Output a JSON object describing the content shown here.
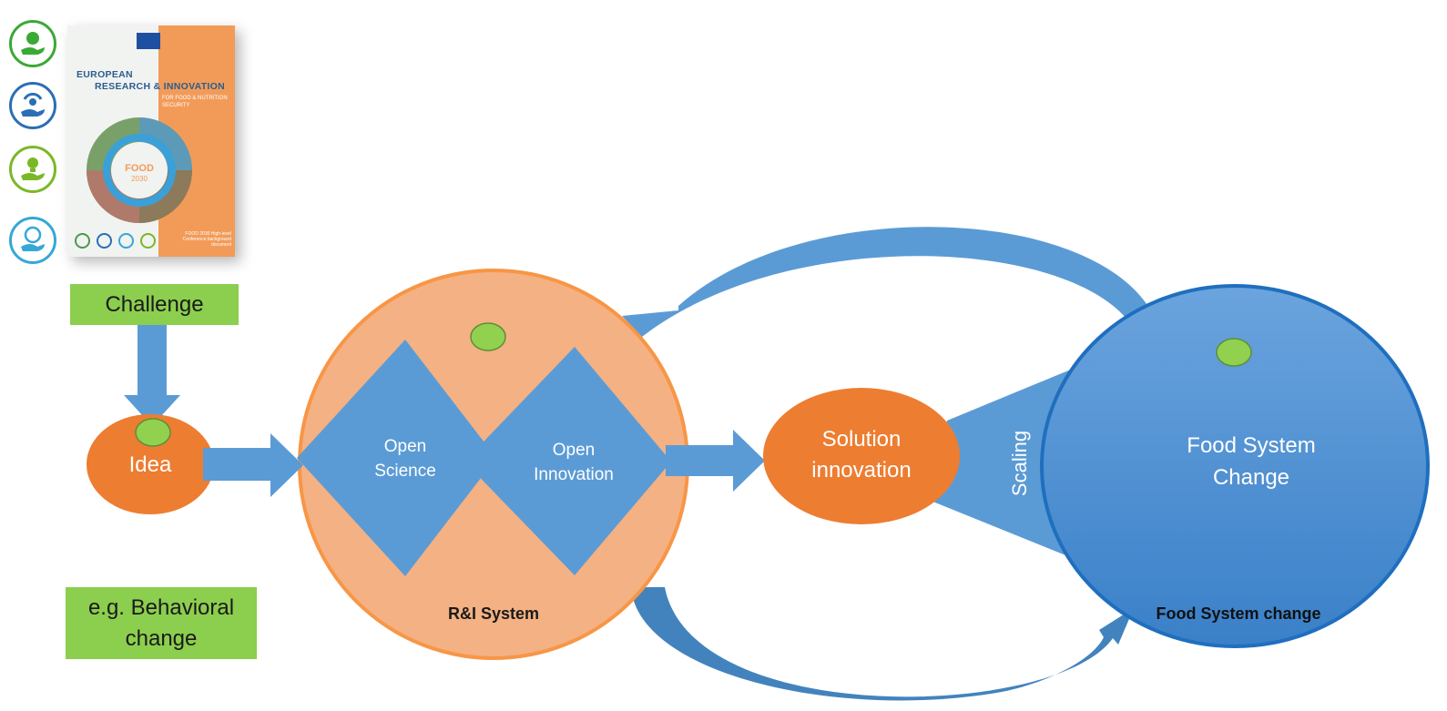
{
  "cover": {
    "title_line1": "EUROPEAN",
    "title_line2": "RESEARCH & INNOVATION",
    "subtitle": "FOR FOOD & NUTRITION SECURITY",
    "center_title": "FOOD",
    "center_year": "2030",
    "footer": "FOOD 2030 High-level Conference background document"
  },
  "side_icons": [
    {
      "icon": "nutrition-hand-icon",
      "color": "#3aa935"
    },
    {
      "icon": "climate-hand-icon",
      "color": "#2a6fb5"
    },
    {
      "icon": "innovation-hand-icon",
      "color": "#7ab828"
    },
    {
      "icon": "globe-hand-icon",
      "color": "#35a7d8"
    }
  ],
  "challenge_label": "Challenge",
  "idea_label": "Idea",
  "example_label_line1": "e.g. Behavioral",
  "example_label_line2": "change",
  "open_science_line1": "Open",
  "open_science_line2": "Science",
  "open_innovation_line1": "Open",
  "open_innovation_line2": "Innovation",
  "ri_system_label": "R&I System",
  "solution_line1": "Solution",
  "solution_line2": "innovation",
  "scaling_label": "Scaling",
  "fsc_line1": "Food System",
  "fsc_line2": "Change",
  "fsc_caption": "Food System change",
  "colors": {
    "blue": "#5b9bd5",
    "dark_blue": "#2e75b6",
    "orange": "#ed7d31",
    "light_orange": "#f4b183",
    "green": "#92d050"
  }
}
